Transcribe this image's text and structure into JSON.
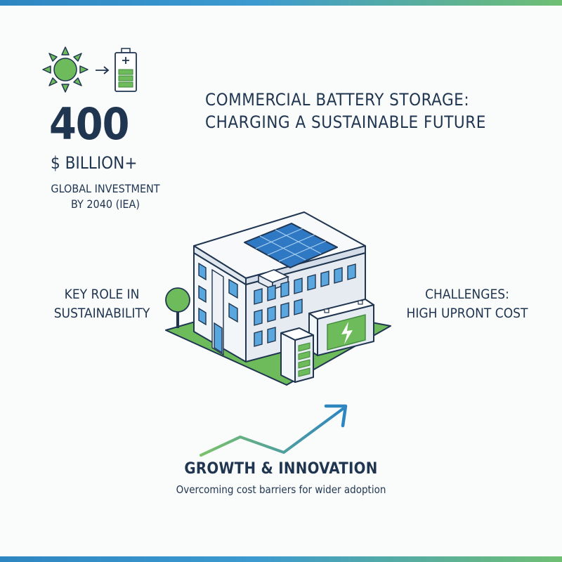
{
  "title": {
    "line1": "COMMERCIAL BATTERY STORAGE:",
    "line2": "CHARGING A SUSTAINABLE FUTURE"
  },
  "stat": {
    "number": "400",
    "unit": "$ BILLION+",
    "caption_line1": "GLOBAL INVESTMENT",
    "caption_line2": "BY 2040 (IEA)"
  },
  "left_label": {
    "line1": "KEY ROLE IN",
    "line2": "SUSTAINABILITY"
  },
  "right_label": {
    "line1": "CHALLENGES:",
    "line2": "HIGH UPRONT COST"
  },
  "growth": {
    "title": "GROWTH & INNOVATION",
    "subtitle": "Overcoming cost barriers for wider adoption"
  },
  "colors": {
    "navy": "#1f3550",
    "blue": "#2e86c1",
    "green": "#6dbb5a",
    "building_light": "#eef2f6",
    "window_blue": "#5aa7df"
  },
  "icons": [
    "sun-icon",
    "arrow-right-icon",
    "battery-icon",
    "tree-icon",
    "solar-panel-icon",
    "lightning-icon",
    "growth-arrow-icon"
  ]
}
